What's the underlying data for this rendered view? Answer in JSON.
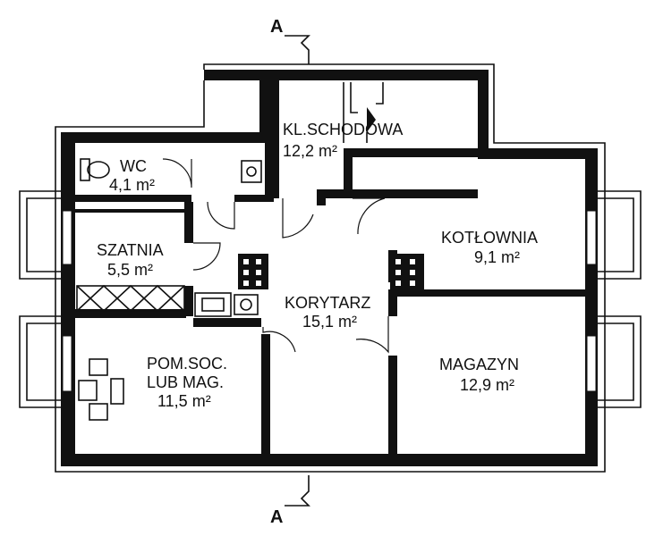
{
  "section_marker": {
    "label": "A"
  },
  "rooms": [
    {
      "id": "stairs",
      "name": "KL.SCHODOWA",
      "area": "12,2 m²"
    },
    {
      "id": "wc",
      "name": "WC",
      "area": "4,1 m²"
    },
    {
      "id": "boiler",
      "name": "KOTŁOWNIA",
      "area": "9,1 m²"
    },
    {
      "id": "cloakroom",
      "name": "SZATNIA",
      "area": "5,5 m²"
    },
    {
      "id": "corridor",
      "name": "KORYTARZ",
      "area": "15,1 m²"
    },
    {
      "id": "social",
      "name": "POM.SOC.",
      "name_line2": "LUB MAG.",
      "area": "11,5 m²"
    },
    {
      "id": "storage",
      "name": "MAGAZYN",
      "area": "12,9 m²"
    }
  ],
  "colors": {
    "wall": "#111111",
    "background": "#ffffff"
  }
}
